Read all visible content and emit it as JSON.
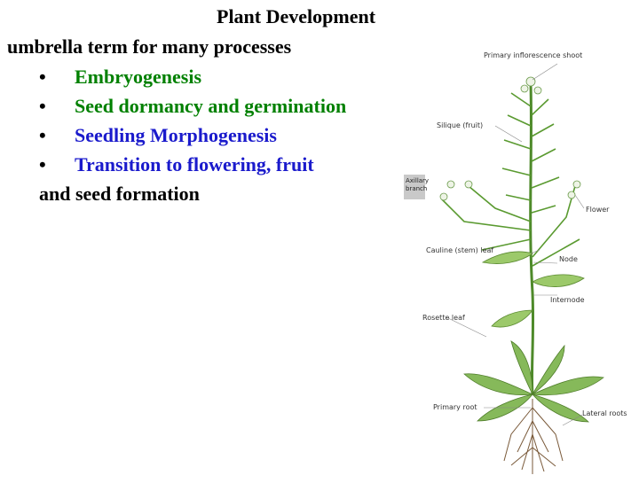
{
  "slide": {
    "title": "Plant Development",
    "subtitle": "umbrella term for many processes",
    "bullets": [
      {
        "marker": "•",
        "text": "Embryogenesis"
      },
      {
        "marker": "•",
        "text": "Seed dormancy and germination"
      },
      {
        "marker": "•",
        "text": "Seedling Morphogenesis"
      },
      {
        "marker": "•",
        "text": "Transition to flowering, fruit"
      }
    ],
    "bullet_continuation": "and seed formation",
    "colors": {
      "green": "#008000",
      "blue": "#1a1acc",
      "text": "#000000"
    }
  },
  "figure": {
    "labels": {
      "primary_inflorescence": "Primary inflorescence shoot",
      "silique": "Silique (fruit)",
      "axillary_1": "Axillary",
      "axillary_2": "branch",
      "flower": "Flower",
      "cauline_leaf": "Cauline (stem) leaf",
      "node": "Node",
      "internode": "Internode",
      "rosette_leaf": "Rosette leaf",
      "primary_root": "Primary root",
      "lateral_roots": "Lateral roots"
    }
  }
}
